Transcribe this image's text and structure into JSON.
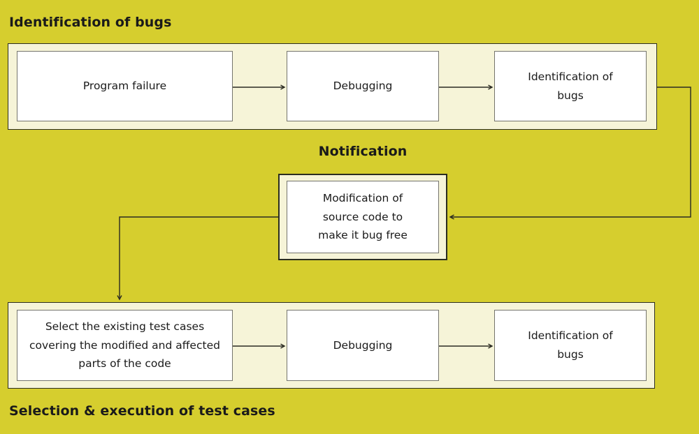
{
  "colors": {
    "background": "#d6ce2e",
    "panel_fill": "#f6f4d8",
    "panel_border": "#2b2d20",
    "box_fill": "#ffffff",
    "box_border": "#75756d",
    "arrow": "#2a2a22",
    "text": "#1a1a1a"
  },
  "sections": {
    "top": {
      "title": "Identification of bugs",
      "boxes": [
        "Program failure",
        "Debugging",
        "Identification of bugs"
      ]
    },
    "middle": {
      "title": "Notification",
      "box": "Modification of source code to make it bug free"
    },
    "bottom": {
      "title": "Selection & execution of test cases",
      "boxes": [
        "Select the existing test cases covering the modified and affected parts of the code",
        "Debugging",
        "Identification of bugs"
      ]
    }
  }
}
